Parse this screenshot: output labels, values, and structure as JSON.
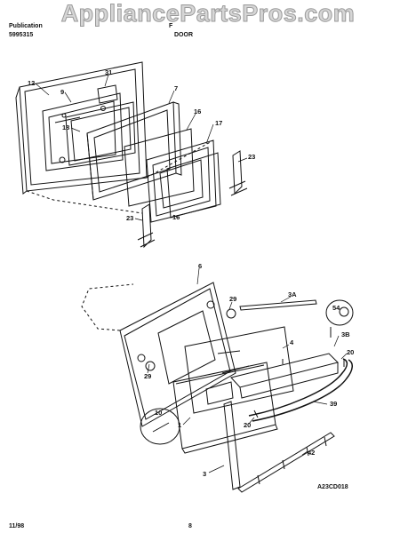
{
  "watermark": "AppliancePartsPros.com",
  "header": {
    "publication_label": "Publication",
    "publication_number": "5995315",
    "section_title_1": "F",
    "section_title_2": "DOOR"
  },
  "diagram_code": "A23CD018",
  "footer": {
    "date": "11/98",
    "page": "8"
  },
  "callouts": {
    "c12": "12",
    "c9": "9",
    "c31": "31",
    "c7": "7",
    "c18": "18",
    "c16a": "16",
    "c17": "17",
    "c23a": "23",
    "c23b": "23",
    "c16b": "16",
    "c6": "6",
    "c29a": "29",
    "c3a": "3A",
    "c54": "54",
    "c4": "4",
    "c3b": "3B",
    "c20a": "20",
    "c29b": "29",
    "c10": "10",
    "c1": "1",
    "c20b": "20",
    "c39": "39",
    "c42": "42",
    "c3": "3"
  }
}
